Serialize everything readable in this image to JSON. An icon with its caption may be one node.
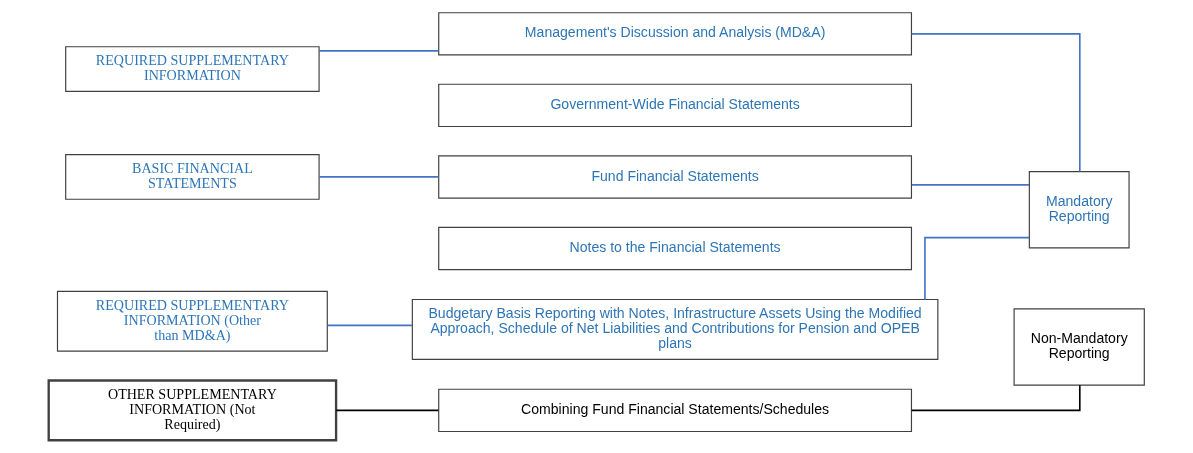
{
  "diagram": {
    "nodes": [
      {
        "text": [
          "REQUIRED SUPPLEMENTARY INFORMATION"
        ]
      },
      {
        "text": [
          "Management's Discussion and Analysis (MD&A)"
        ]
      },
      {
        "text": [
          "BASIC FINANCIAL STATEMENTS"
        ]
      },
      {
        "text": [
          "Government-Wide Financial Statements"
        ]
      },
      {
        "text": [
          "Fund Financial Statements"
        ]
      },
      {
        "text": [
          "Notes to the Financial Statements"
        ]
      },
      {
        "text": [
          "REQUIRED SUPPLEMENTARY INFORMATION (Other than MD&A)"
        ]
      },
      {
        "text": [
          "Budgetary Basis Reporting with Notes, Infrastructure Assets Using the Modified Approach, Schedule of Net Liabilities and Contributions for Pension and OPEB plans"
        ]
      },
      {
        "text": [
          "Mandatory Reporting"
        ]
      },
      {
        "text": [
          "OTHER SUPPLEMENTARY INFORMATION (Not Required)"
        ]
      },
      {
        "text": [
          "Combining Fund Financial Statements/Schedules"
        ]
      },
      {
        "text": [
          "Non-Mandatory Reporting"
        ]
      }
    ],
    "edges": [
      {
        "from": 0,
        "to": 1,
        "arrow": "none"
      },
      {
        "from": 1,
        "to": 8,
        "arrow": "none"
      },
      {
        "from": 2,
        "to": 4,
        "arrow": "none"
      },
      {
        "from": 4,
        "to": 8,
        "arrow": "none"
      },
      {
        "from": 6,
        "to": 7,
        "arrow": "none"
      },
      {
        "from": 7,
        "to": 8,
        "arrow": "none"
      },
      {
        "from": 9,
        "to": 10,
        "arrow": "none",
        "color": "#000000"
      },
      {
        "from": 10,
        "to": 11,
        "arrow": "none",
        "color": "#000000"
      }
    ]
  }
}
